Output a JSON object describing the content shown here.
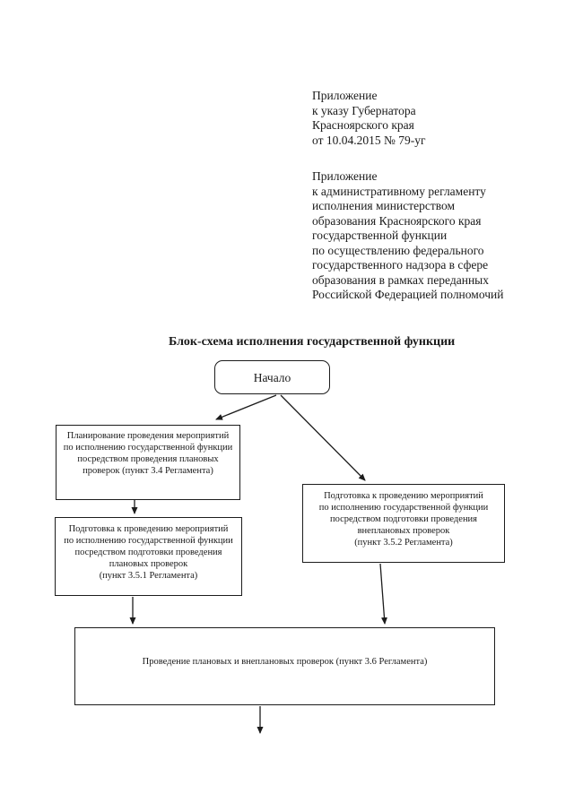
{
  "annex1": {
    "lines": [
      "Приложение",
      "к указу Губернатора",
      "Красноярского края",
      "от 10.04.2015 № 79-уг"
    ]
  },
  "annex2": {
    "lines": [
      "Приложение",
      "к административному регламенту",
      "исполнения министерством",
      "образования Красноярского края",
      "государственной функции",
      "по осуществлению федерального",
      "государственного надзора в сфере",
      "образования в рамках переданных",
      "Российской Федерацией полномочий"
    ]
  },
  "flowchart": {
    "title": "Блок-схема исполнения государственной функции",
    "start_label": "Начало",
    "box_planning": {
      "lines": [
        "Планирование проведения мероприятий",
        "по исполнению государственной функции",
        "посредством проведения плановых",
        "проверок (пункт 3.4 Регламента)"
      ]
    },
    "box_prep_planned": {
      "lines": [
        "Подготовка к проведению мероприятий",
        "по исполнению государственной функции",
        "посредством подготовки проведения",
        "плановых проверок",
        "(пункт 3.5.1 Регламента)"
      ]
    },
    "box_prep_unplanned": {
      "lines": [
        "Подготовка к проведению мероприятий",
        "по исполнению государственной функции",
        "посредством подготовки проведения",
        "внеплановых проверок",
        "(пункт 3.5.2 Регламента)"
      ]
    },
    "box_conduct": {
      "text": "Проведение плановых и внеплановых проверок (пункт 3.6 Регламента)"
    }
  }
}
